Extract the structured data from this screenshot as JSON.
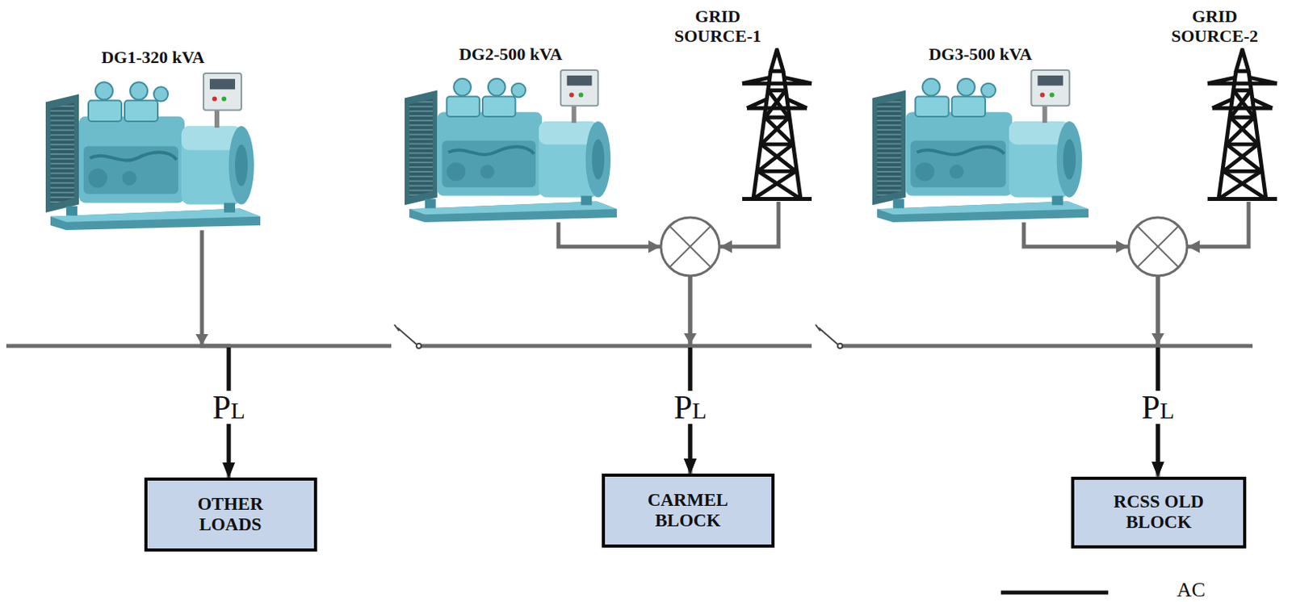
{
  "diagram": {
    "nodes": [
      {
        "text": [
          "DG1-320 kVA"
        ]
      },
      {
        "text": [
          "DG2-500 kVA"
        ]
      },
      {
        "text": [
          "GRID SOURCE-1"
        ]
      },
      {
        "text": [
          "DG3-500 kVA"
        ]
      },
      {
        "text": [
          "GRID SOURCE-2"
        ]
      },
      {
        "text": [
          "OTHER LOADS"
        ]
      },
      {
        "text": [
          "CARMEL BLOCK"
        ]
      },
      {
        "text": [
          "RCSS OLD BLOCK"
        ]
      }
    ],
    "edges": [
      {
        "from": 0,
        "to": 5,
        "arrow": "to"
      },
      {
        "from": 1,
        "to": 6,
        "arrow": "to"
      },
      {
        "from": 2,
        "to": 6,
        "arrow": "to"
      },
      {
        "from": 3,
        "to": 7,
        "arrow": "to"
      },
      {
        "from": 4,
        "to": 7,
        "arrow": "to"
      }
    ],
    "labels": [
      "PL",
      "PL",
      "PL"
    ],
    "legend": [
      {
        "text": "AC"
      }
    ]
  }
}
